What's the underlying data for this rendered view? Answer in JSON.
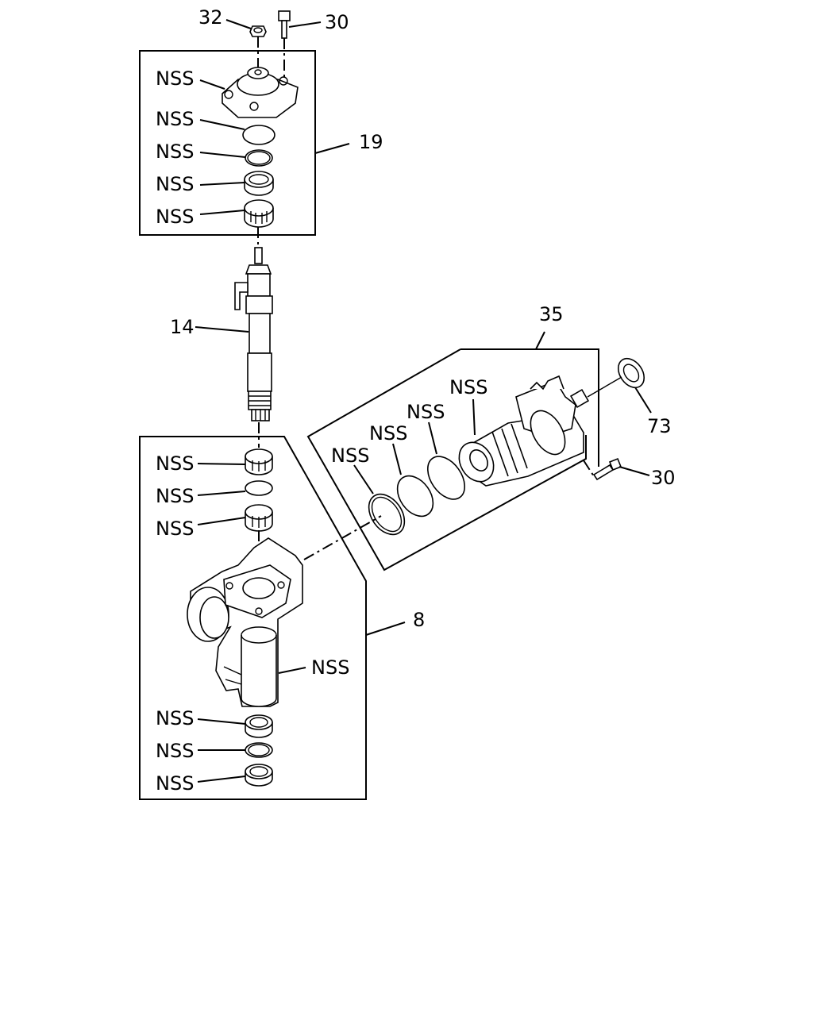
{
  "labels": {
    "l32": "32",
    "l30_top": "30",
    "l19": "19",
    "l14": "14",
    "l35": "35",
    "l73": "73",
    "l30_right": "30",
    "l8": "8",
    "nss": "NSS"
  }
}
